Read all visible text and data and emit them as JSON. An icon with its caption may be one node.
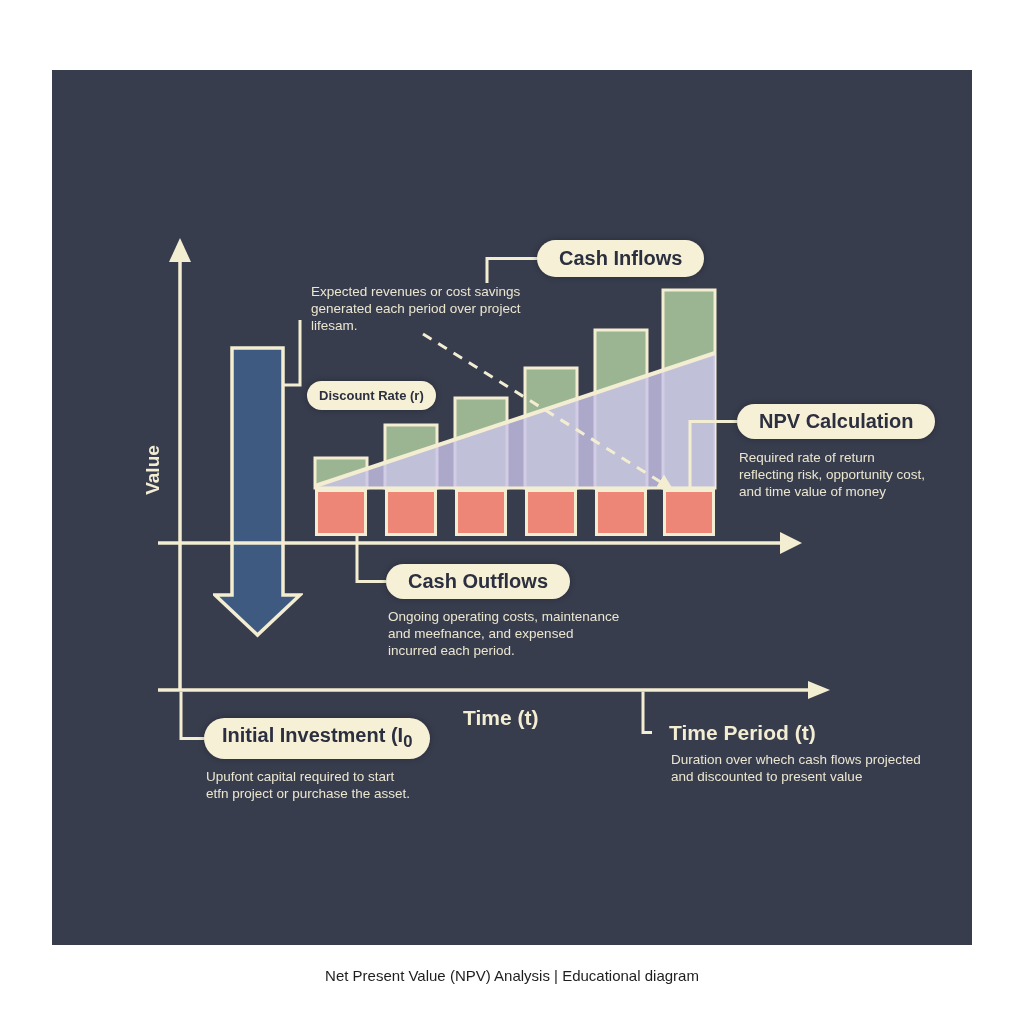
{
  "diagram": {
    "caption": "Net Present Value (NPV) Analysis | Educational diagram",
    "nodes": [
      {
        "text": [
          "Cash Inflows"
        ]
      },
      {
        "text": [
          "Expected revenues or cost savings generated each period over project lifesam."
        ]
      },
      {
        "text": [],
        "shape": "arrow"
      },
      {
        "text": [
          "Discount Rate (r)"
        ]
      },
      {
        "text": [
          "NPV Calculation"
        ],
        "beside": [
          "Required rate of return reflecting risk, opportunity cost, and time value of money"
        ]
      },
      {
        "text": [],
        "shape": "bar"
      },
      {
        "text": [],
        "shape": "bar"
      },
      {
        "text": [
          "Cash Outflows"
        ],
        "beside": [
          "Ongoing operating costs, maintenance and meefnance, and expensed incurred each period."
        ]
      },
      {
        "text": [],
        "shape": "axis"
      },
      {
        "text": [
          "Initial Investment (I$_{0}$"
        ],
        "beside": [
          "Upufont capital required to start etfn project or purchase the asset."
        ]
      },
      {
        "text": [
          "Time Period (t)"
        ],
        "beside": [
          "Duration over whech cash flows projected and discounted to present value"
        ]
      }
    ],
    "edges": [
      {
        "from": 0,
        "to": 1,
        "arrow": "none"
      },
      {
        "from": 1,
        "to": 2,
        "arrow": "none"
      },
      {
        "from": 1,
        "to": 6,
        "arrow": "to",
        "style": "dashed"
      },
      {
        "from": 4,
        "to": 6,
        "arrow": "none"
      },
      {
        "from": 7,
        "to": 5,
        "arrow": "none"
      },
      {
        "from": 9,
        "to": 8,
        "arrow": "none"
      },
      {
        "from": 10,
        "to": 8,
        "arrow": "none"
      }
    ],
    "labels": [
      "Value",
      "Time (t)"
    ]
  }
}
